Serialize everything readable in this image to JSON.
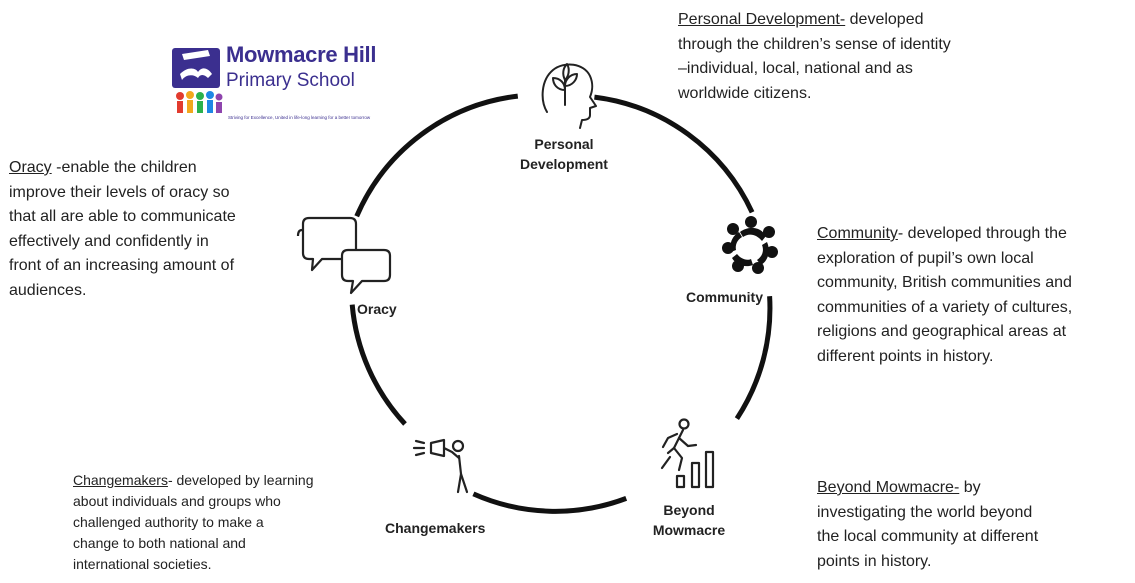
{
  "logo": {
    "title": "Mowmacre Hill",
    "subtitle": "Primary School",
    "tagline": "Striving for Excellence, United in life-long learning for a better tomorrow",
    "primary_color": "#3b2f8f",
    "accent_colors": [
      "#e23b2e",
      "#f2a81d",
      "#2bb24c",
      "#1e88e5",
      "#8e44ad"
    ]
  },
  "cycle": {
    "ring_color": "#111111",
    "nodes": [
      {
        "key": "personal",
        "label_line1": "Personal",
        "label_line2": "Development",
        "icon": "head-plant-icon"
      },
      {
        "key": "community",
        "label_line1": "Community",
        "label_line2": "",
        "icon": "community-circle-icon"
      },
      {
        "key": "beyond",
        "label_line1": "Beyond",
        "label_line2": "Mowmacre",
        "icon": "climbing-steps-icon"
      },
      {
        "key": "changemakers",
        "label_line1": "Changemakers",
        "label_line2": "",
        "icon": "megaphone-person-icon"
      },
      {
        "key": "oracy",
        "label_line1": "Oracy",
        "label_line2": "",
        "icon": "speech-bubbles-icon"
      }
    ]
  },
  "descriptions": {
    "personal": {
      "heading": "Personal Development-",
      "l1": " developed",
      "l2": "through the children’s sense of identity",
      "l3": "–individual, local, national and as",
      "l4": "worldwide citizens."
    },
    "oracy": {
      "heading": "Oracy",
      "l1": " -enable the children",
      "l2": "improve their levels of oracy so",
      "l3": "that all are able to communicate",
      "l4": "effectively and confidently in",
      "l5": "front of an increasing amount of",
      "l6": "audiences."
    },
    "community": {
      "heading": "Community",
      "l1": "- developed through the",
      "l2": "exploration of pupil’s own local",
      "l3": "community, British communities and",
      "l4": "communities of a variety of cultures,",
      "l5": "religions and geographical areas at",
      "l6": "different points in history."
    },
    "changemakers": {
      "heading": "Changemakers",
      "l1": "- developed by learning",
      "l2": "about individuals and groups who",
      "l3": "challenged authority to make a",
      "l4": "change to both national and",
      "l5": "international societies."
    },
    "beyond": {
      "heading": "Beyond Mowmacre-",
      "l1": " by",
      "l2": "investigating the world beyond",
      "l3": "the local community at different",
      "l4": "points in history."
    }
  }
}
